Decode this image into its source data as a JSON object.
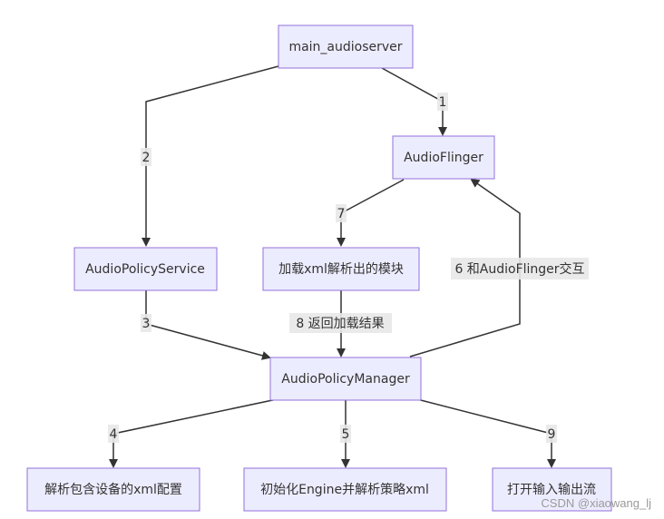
{
  "diagram": {
    "nodes": {
      "main": "main_audioserver",
      "flinger": "AudioFlinger",
      "policy_service": "AudioPolicyService",
      "xml_module": "加载xml解析出的模块",
      "interact": "6 和AudioFlinger交互",
      "manager": "AudioPolicyManager",
      "parse_devices": "解析包含设备的xml配置",
      "init_engine": "初始化Engine并解析策略xml",
      "open_streams": "打开输入输出流"
    },
    "edges": {
      "e1": "1",
      "e2": "2",
      "e3": "3",
      "e4": "4",
      "e5": "5",
      "e7": "7",
      "e8": "8 返回加载结果",
      "e9": "9"
    }
  },
  "watermark": "CSDN @xiaowang_lj"
}
